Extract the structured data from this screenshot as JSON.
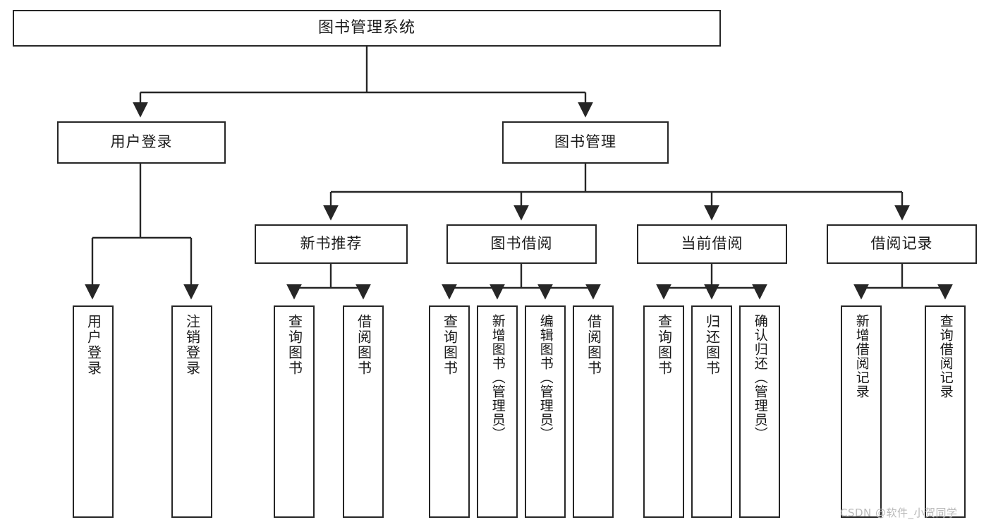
{
  "diagram": {
    "title": "图书管理系统",
    "type": "tree-structure-chart",
    "root": {
      "label": "图书管理系统"
    },
    "level2": [
      {
        "label": "用户登录"
      },
      {
        "label": "图书管理"
      }
    ],
    "level3": [
      {
        "label": "新书推荐"
      },
      {
        "label": "图书借阅"
      },
      {
        "label": "当前借阅"
      },
      {
        "label": "借阅记录"
      }
    ],
    "leaves": {
      "user_login": [
        {
          "label": "用户登录"
        },
        {
          "label": "注销登录"
        }
      ],
      "new_book_recommend": [
        {
          "label": "查询图书"
        },
        {
          "label": "借阅图书"
        }
      ],
      "book_borrow": [
        {
          "label": "查询图书"
        },
        {
          "label": "新增图书（管理员）"
        },
        {
          "label": "编辑图书（管理员）"
        },
        {
          "label": "借阅图书"
        }
      ],
      "current_borrow": [
        {
          "label": "查询图书"
        },
        {
          "label": "归还图书"
        },
        {
          "label": "确认归还（管理员）"
        }
      ],
      "borrow_record": [
        {
          "label": "新增借阅记录"
        },
        {
          "label": "查询借阅记录"
        }
      ]
    }
  },
  "watermark": {
    "text": "CSDN @软件_小贺同学"
  },
  "colors": {
    "stroke": "#262626",
    "fill": "#ffffff",
    "text": "#1a1a1a",
    "watermark": "#b9b9b9"
  }
}
